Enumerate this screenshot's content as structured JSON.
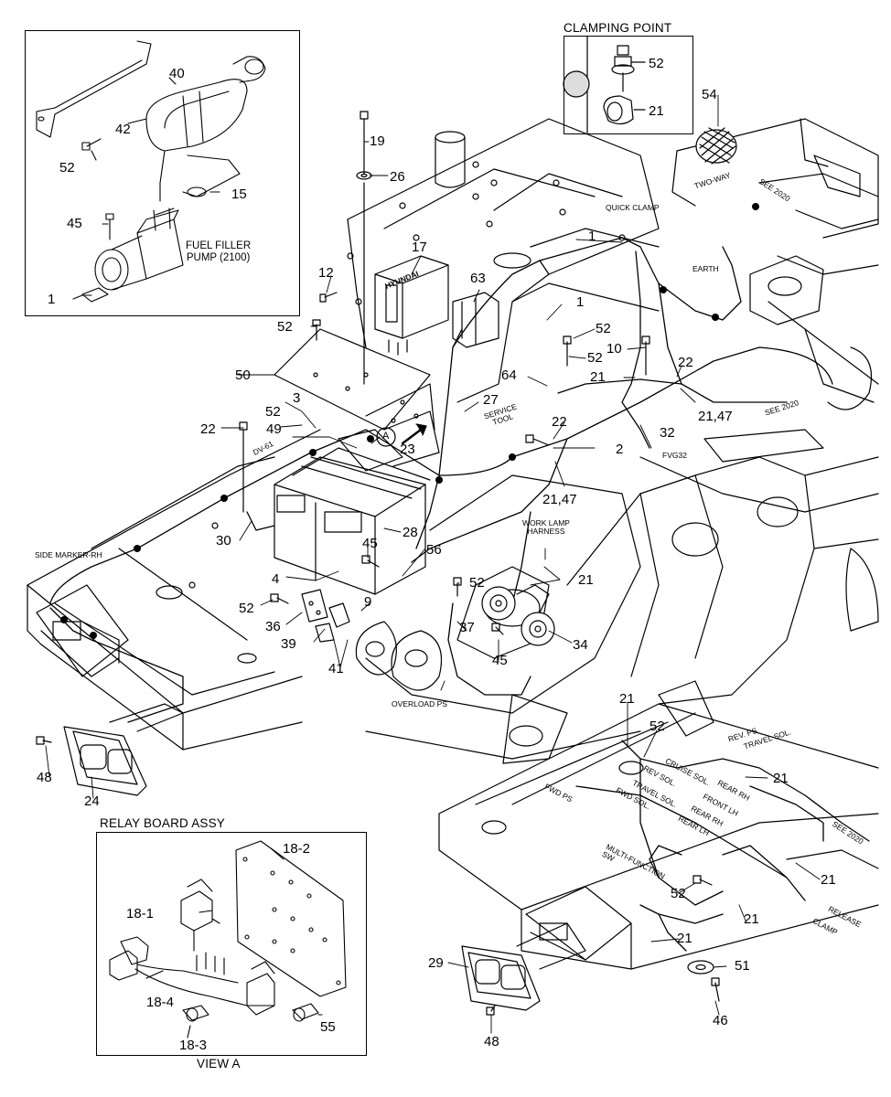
{
  "views": {
    "fuel_pump_title": "FUEL FILLER\nPUMP (2100)",
    "clamping_point_title": "CLAMPING POINT",
    "relay_board_title": "RELAY BOARD ASSY",
    "view_a_title": "VIEW A",
    "detail_a_marker": "A"
  },
  "callouts": {
    "fuel": [
      "40",
      "42",
      "52",
      "15",
      "45",
      "1"
    ],
    "clamp": [
      "52",
      "21"
    ],
    "main_top": [
      "54",
      "19",
      "26",
      "17",
      "12",
      "63",
      "1",
      "52",
      "10",
      "52",
      "64",
      "21",
      "22",
      "27",
      "21,47",
      "32",
      "FVG32"
    ],
    "main_left": [
      "50",
      "52",
      "3",
      "22",
      "49",
      "23",
      "2",
      "22",
      "21,47",
      "30",
      "28",
      "45",
      "4",
      "56",
      "52",
      "9",
      "36",
      "39",
      "41",
      "37",
      "45",
      "34",
      "21"
    ],
    "main_bottom": [
      "48",
      "24",
      "21",
      "52",
      "21",
      "21",
      "52",
      "21",
      "21",
      "51",
      "46",
      "29",
      "48"
    ],
    "relay": [
      "18-2",
      "18-1",
      "18-4",
      "18-3",
      "55"
    ]
  },
  "text_labels": {
    "two_way": "TWO-WAY",
    "see_2020_a": "SEE 2020",
    "quick_clamp": "QUICK CLAMP",
    "earth": "EARTH",
    "see_2020_b": "SEE 2020",
    "service_tool": "SERVICE\nTOOL",
    "work_lamp": "WORK LAMP\nHARNESS",
    "side_marker": "SIDE MARKER-RH",
    "overload_ps": "OVERLOAD PS",
    "rev_ps": "REV. PS",
    "travel_sol_top": "TRAVEL SOL.",
    "cruise_sol": "CRUISE SOL.",
    "rev_sol": "REV SOL.",
    "travel_sol": "TRAVEL SOL.",
    "fwd_sol": "FWD SOL.",
    "fwd_ps": "FWD PS",
    "rear_rh": "REAR RH",
    "front_lh": "FRONT LH",
    "rear_rh2": "REAR RH",
    "rear_lh": "REAR LH",
    "multi_function": "MULTI-FUNCTION\nSW",
    "release": "RELEASE",
    "clamp": "CLAMP",
    "see_2020_c": "SEE 2020",
    "dv61": "DV-61",
    "hyundai": "HYUNDAI"
  },
  "colors": {
    "ink": "#000000",
    "paper": "#ffffff",
    "fill": "#f3f3f3"
  }
}
